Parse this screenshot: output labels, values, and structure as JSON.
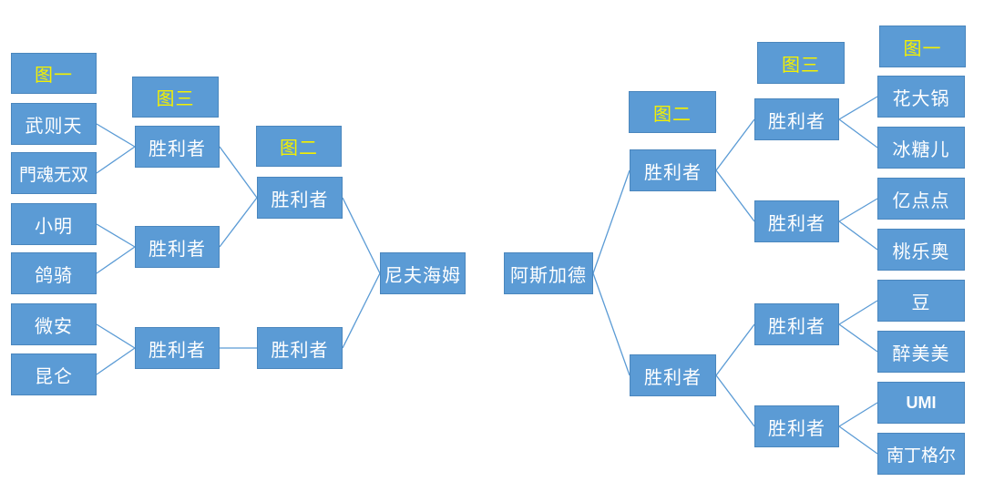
{
  "colors": {
    "box": "#5b9bd5",
    "label_text": "#f4f000",
    "line": "#5b9bd5"
  },
  "labels": {
    "fig1": "图一",
    "fig2": "图二",
    "fig3": "图三"
  },
  "winner": "胜利者",
  "left": {
    "players": [
      "武则天",
      "門魂无双",
      "小明",
      "鸽骑",
      "微安",
      "昆仑"
    ],
    "final": "尼夫海姆"
  },
  "right": {
    "players": [
      "花大锅",
      "冰糖儿",
      "亿点点",
      "桃乐奥",
      "豆",
      "醉美美",
      "UMI",
      "南丁格尔"
    ],
    "final": "阿斯加德"
  }
}
